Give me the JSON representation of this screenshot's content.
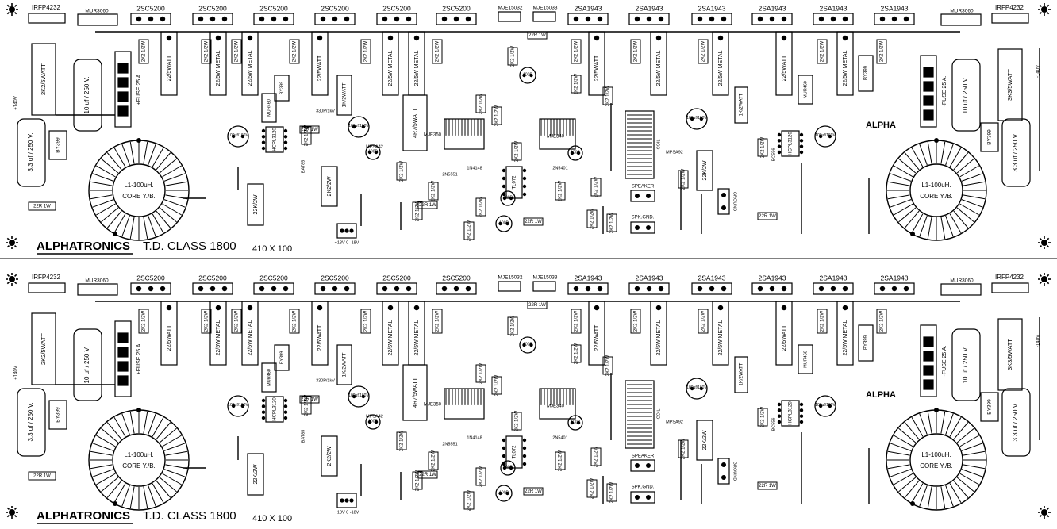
{
  "board": {
    "brand": "ALPHATRONICS",
    "model": "T.D. CLASS 1800",
    "size": "410 X 100",
    "logo": "ALPHA"
  },
  "parts": {
    "igbt": "IRFP4232",
    "mur_diode": "MUR3060",
    "mur_diode_small": "MUR460",
    "npn_power": "2SC5200",
    "pnp_power": "2SA1943",
    "mje_npn": "MJE15032",
    "mje_pnp": "MJE15033",
    "mje340": "MJE340",
    "mje350": "MJE350",
    "npn_small": "2N5551",
    "pnp_small": "2N5401",
    "mpsa42": "MPSA42",
    "mpsa92": "MPSA92",
    "diode_1n4148": "1N4148",
    "bc556": "BC556",
    "bat85": "BAT85",
    "hcpl": "HCPL3120",
    "tl072": "TL072",
    "by399": "BY399",
    "res_22r": "22R 1W",
    "res_22k2w": "22K/2W",
    "res_2k2_5w": "2K2/5WATT",
    "res_3k3_5w": "3K3/5WATT",
    "res_4r7_5w": "4R7/5WATT",
    "res_2k2_2w": "2K2/2W",
    "res_1k_2w": "1K/2WATT",
    "res_2k2_1w": "2K2 1/2W",
    "res_22r_1w": "22R 1W",
    "res_22_5w": "22/5WATT",
    "res_metal": "22/5W METAL",
    "cap_10u": "10 uf / 250 V.",
    "cap_3u3": "3.3 uf / 250 V.",
    "cap_100u": "100uf/160V",
    "cap_330p": "330P/1kV",
    "cap_mini": "100P",
    "fuse": "+FUSE 25 A.",
    "fuse_neg": "-FUSE 25 A.",
    "plus_140v": "+140V",
    "minus_140v": "-140V",
    "power_in": "+18V  0  -18V",
    "ground": "GROUND",
    "speaker": "SPEAKER",
    "speaker_gnd": "SPK.GND.",
    "coil": "COIL",
    "inductor_line1": "L1-100uH.",
    "inductor_line2": "CORE Y./B."
  }
}
